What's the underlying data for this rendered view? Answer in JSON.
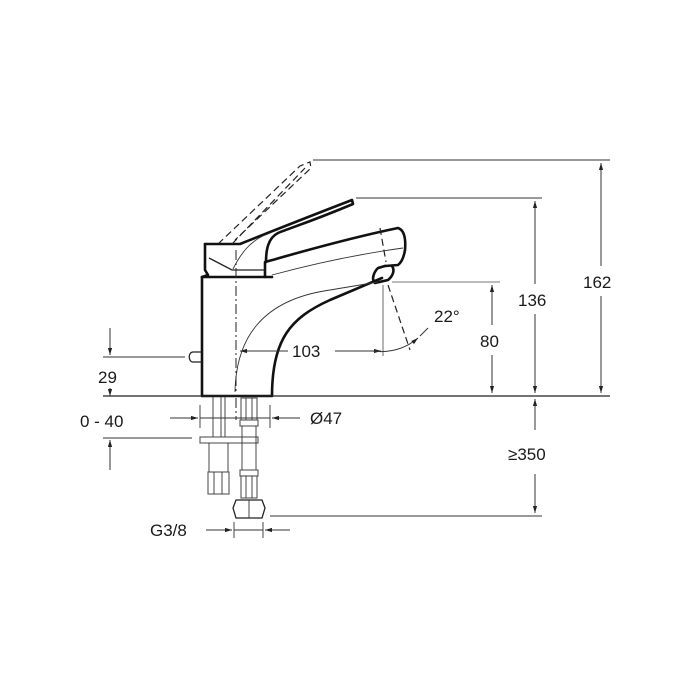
{
  "drawing": {
    "subject": "single-lever basin mixer dimension drawing",
    "units": "mm",
    "line_color": "#111111",
    "background": "#ffffff"
  },
  "dimensions": {
    "total_height": "162",
    "lever_height": "136",
    "spout_outlet_height": "80",
    "spout_reach": "103",
    "spout_angle": "22°",
    "popup_rod_height": "29",
    "deck_thickness_range": "0 - 40",
    "base_diameter": "Ø47",
    "min_hose_length": "≥350",
    "connection_thread": "G3/8"
  }
}
